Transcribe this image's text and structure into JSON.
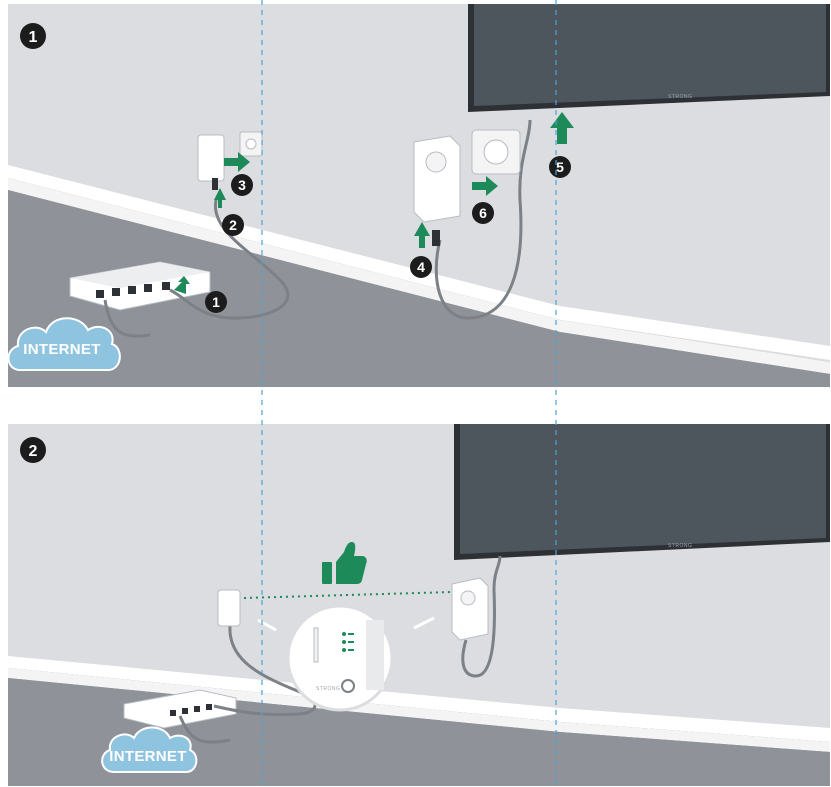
{
  "panels": [
    {
      "number": "1",
      "internet_label": "INTERNET",
      "tv_brand": "STRONG",
      "steps": [
        "1",
        "2",
        "3",
        "4",
        "5",
        "6"
      ]
    },
    {
      "number": "2",
      "internet_label": "INTERNET",
      "tv_brand": "STRONG",
      "zoom_brand": "STRONG"
    }
  ],
  "colors": {
    "wall": "#dcdde0",
    "floor": "#8f9399",
    "skirting": "#ffffff",
    "tv_screen": "#4d555d",
    "arrow": "#1e8a5a",
    "cloud": "#8fc4e0",
    "badge": "#1c1c1c",
    "guide_line": "#4aa3d6"
  },
  "icons": [
    "thumbs-up-icon",
    "cloud-icon",
    "arrow-icon"
  ]
}
